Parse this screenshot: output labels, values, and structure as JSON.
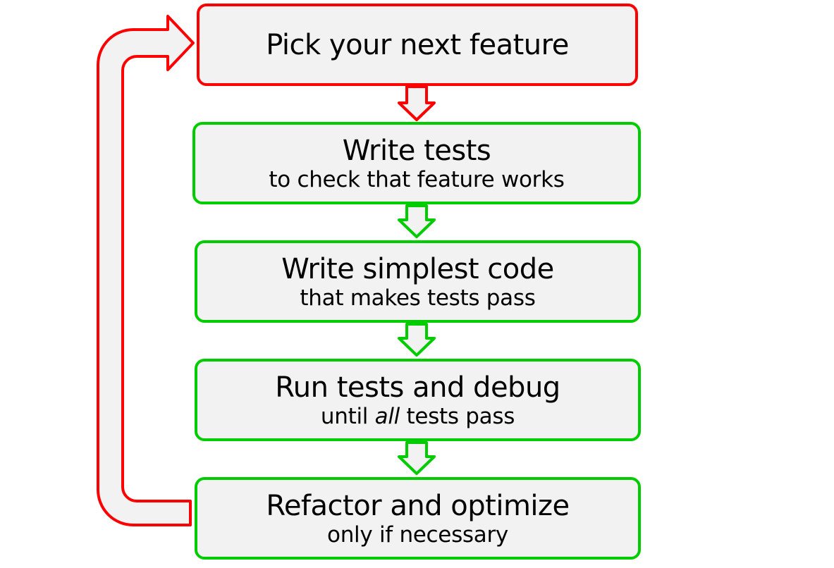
{
  "colors": {
    "start_border": "#ff0000",
    "step_border": "#00cc00",
    "box_fill": "#f2f2f2",
    "loop_arrow": "#ff0000"
  },
  "steps": [
    {
      "title": "Pick your next feature",
      "subtitle": ""
    },
    {
      "title": "Write tests",
      "subtitle": "to check that feature works"
    },
    {
      "title": "Write simplest code",
      "subtitle": "that makes tests pass"
    },
    {
      "title": "Run tests and debug",
      "subtitle_pre": "until ",
      "subtitle_em": "all",
      "subtitle_post": " tests pass"
    },
    {
      "title": "Refactor and optimize",
      "subtitle": "only if necessary"
    }
  ],
  "connectors": [
    {
      "from": "steps.0",
      "to": "steps.1",
      "color": "red"
    },
    {
      "from": "steps.1",
      "to": "steps.2",
      "color": "green"
    },
    {
      "from": "steps.2",
      "to": "steps.3",
      "color": "green"
    },
    {
      "from": "steps.3",
      "to": "steps.4",
      "color": "green"
    }
  ],
  "loop": {
    "from": "steps.4",
    "to": "steps.0",
    "color": "red"
  }
}
